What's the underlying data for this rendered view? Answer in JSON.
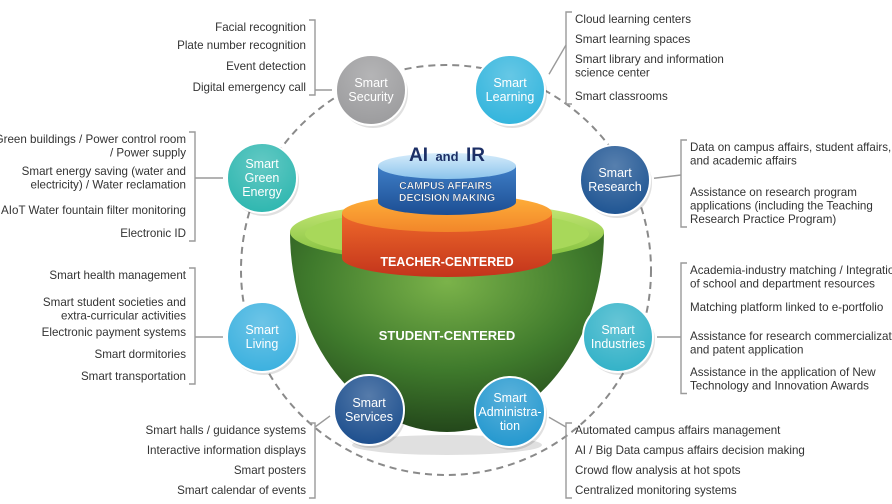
{
  "center": {
    "top_title": [
      "AI",
      "and",
      "IR"
    ],
    "top_label": [
      "CAMPUS AFFAIRS",
      "DECISION MAKING"
    ],
    "middle_label": "TEACHER-CENTERED",
    "bottom_label": "STUDENT-CENTERED"
  },
  "nodes": [
    {
      "id": "security",
      "color": "#9c9c9e",
      "label": [
        "Smart",
        "Security"
      ],
      "items": [
        [
          "Facial recognition"
        ],
        [
          "Plate number recognition"
        ],
        [
          "Event detection"
        ],
        [
          "Digital emergency call"
        ]
      ]
    },
    {
      "id": "learning",
      "color": "#33b5dd",
      "label": [
        "Smart",
        "Learning"
      ],
      "items": [
        [
          "Cloud learning centers"
        ],
        [
          "Smart learning spaces"
        ],
        [
          "Smart library and information",
          "science center"
        ],
        [
          "Smart classrooms"
        ]
      ]
    },
    {
      "id": "green-energy",
      "color": "#2fb7b0",
      "label": [
        "Smart",
        "Green",
        "Energy"
      ],
      "items": [
        [
          "Green buildings / Power control room",
          "/ Power supply"
        ],
        [
          "Smart energy saving (water and",
          "electricity) / Water reclamation"
        ],
        [
          "AIoT Water fountain filter monitoring"
        ],
        [
          "Electronic ID"
        ]
      ]
    },
    {
      "id": "research",
      "color": "#1f5593",
      "label": [
        "Smart",
        "Research"
      ],
      "items": [
        [
          "Data on campus affairs, student affairs,",
          "and academic affairs"
        ],
        [
          "Assistance on research program",
          "applications (including the Teaching",
          "Research Practice Program)"
        ]
      ]
    },
    {
      "id": "living",
      "color": "#3cb1df",
      "label": [
        "Smart",
        "Living"
      ],
      "items": [
        [
          "Smart health management"
        ],
        [
          "Smart student societies and",
          "extra-curricular activities"
        ],
        [
          "Electronic payment systems"
        ],
        [
          "Smart dormitories"
        ],
        [
          "Smart transportation"
        ]
      ]
    },
    {
      "id": "industries",
      "color": "#33b2c8",
      "label": [
        "Smart",
        "Industries"
      ],
      "items": [
        [
          "Academia-industry matching / Integration",
          "of school and department resources"
        ],
        [
          "Matching platform linked to e-portfolio"
        ],
        [
          "Assistance for research commercialization",
          "and patent application"
        ],
        [
          "Assistance in the application of New",
          "Technology and Innovation Awards"
        ]
      ]
    },
    {
      "id": "services",
      "color": "#1d4f8e",
      "label": [
        "Smart",
        "Services"
      ],
      "items": [
        [
          "Smart halls / guidance systems"
        ],
        [
          "Interactive information displays"
        ],
        [
          "Smart posters"
        ],
        [
          "Smart calendar of events"
        ]
      ]
    },
    {
      "id": "administration",
      "color": "#2498cf",
      "label": [
        "Smart",
        "Administra-",
        "tion"
      ],
      "items": [
        [
          "Automated campus affairs management"
        ],
        [
          "AI / Big Data campus affairs decision making"
        ],
        [
          "Crowd flow analysis at hot spots"
        ],
        [
          "Centralized monitoring systems"
        ]
      ]
    }
  ]
}
